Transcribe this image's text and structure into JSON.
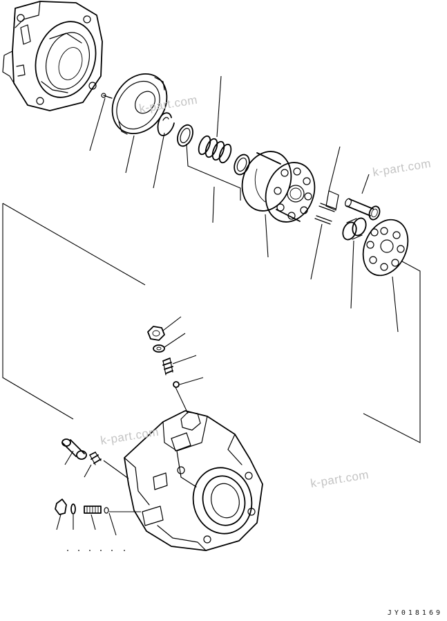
{
  "drawing": {
    "code": "JY018169"
  },
  "watermarks": [
    "k-part.com",
    "k-part.com",
    "k-part.com",
    "k-part.com"
  ]
}
